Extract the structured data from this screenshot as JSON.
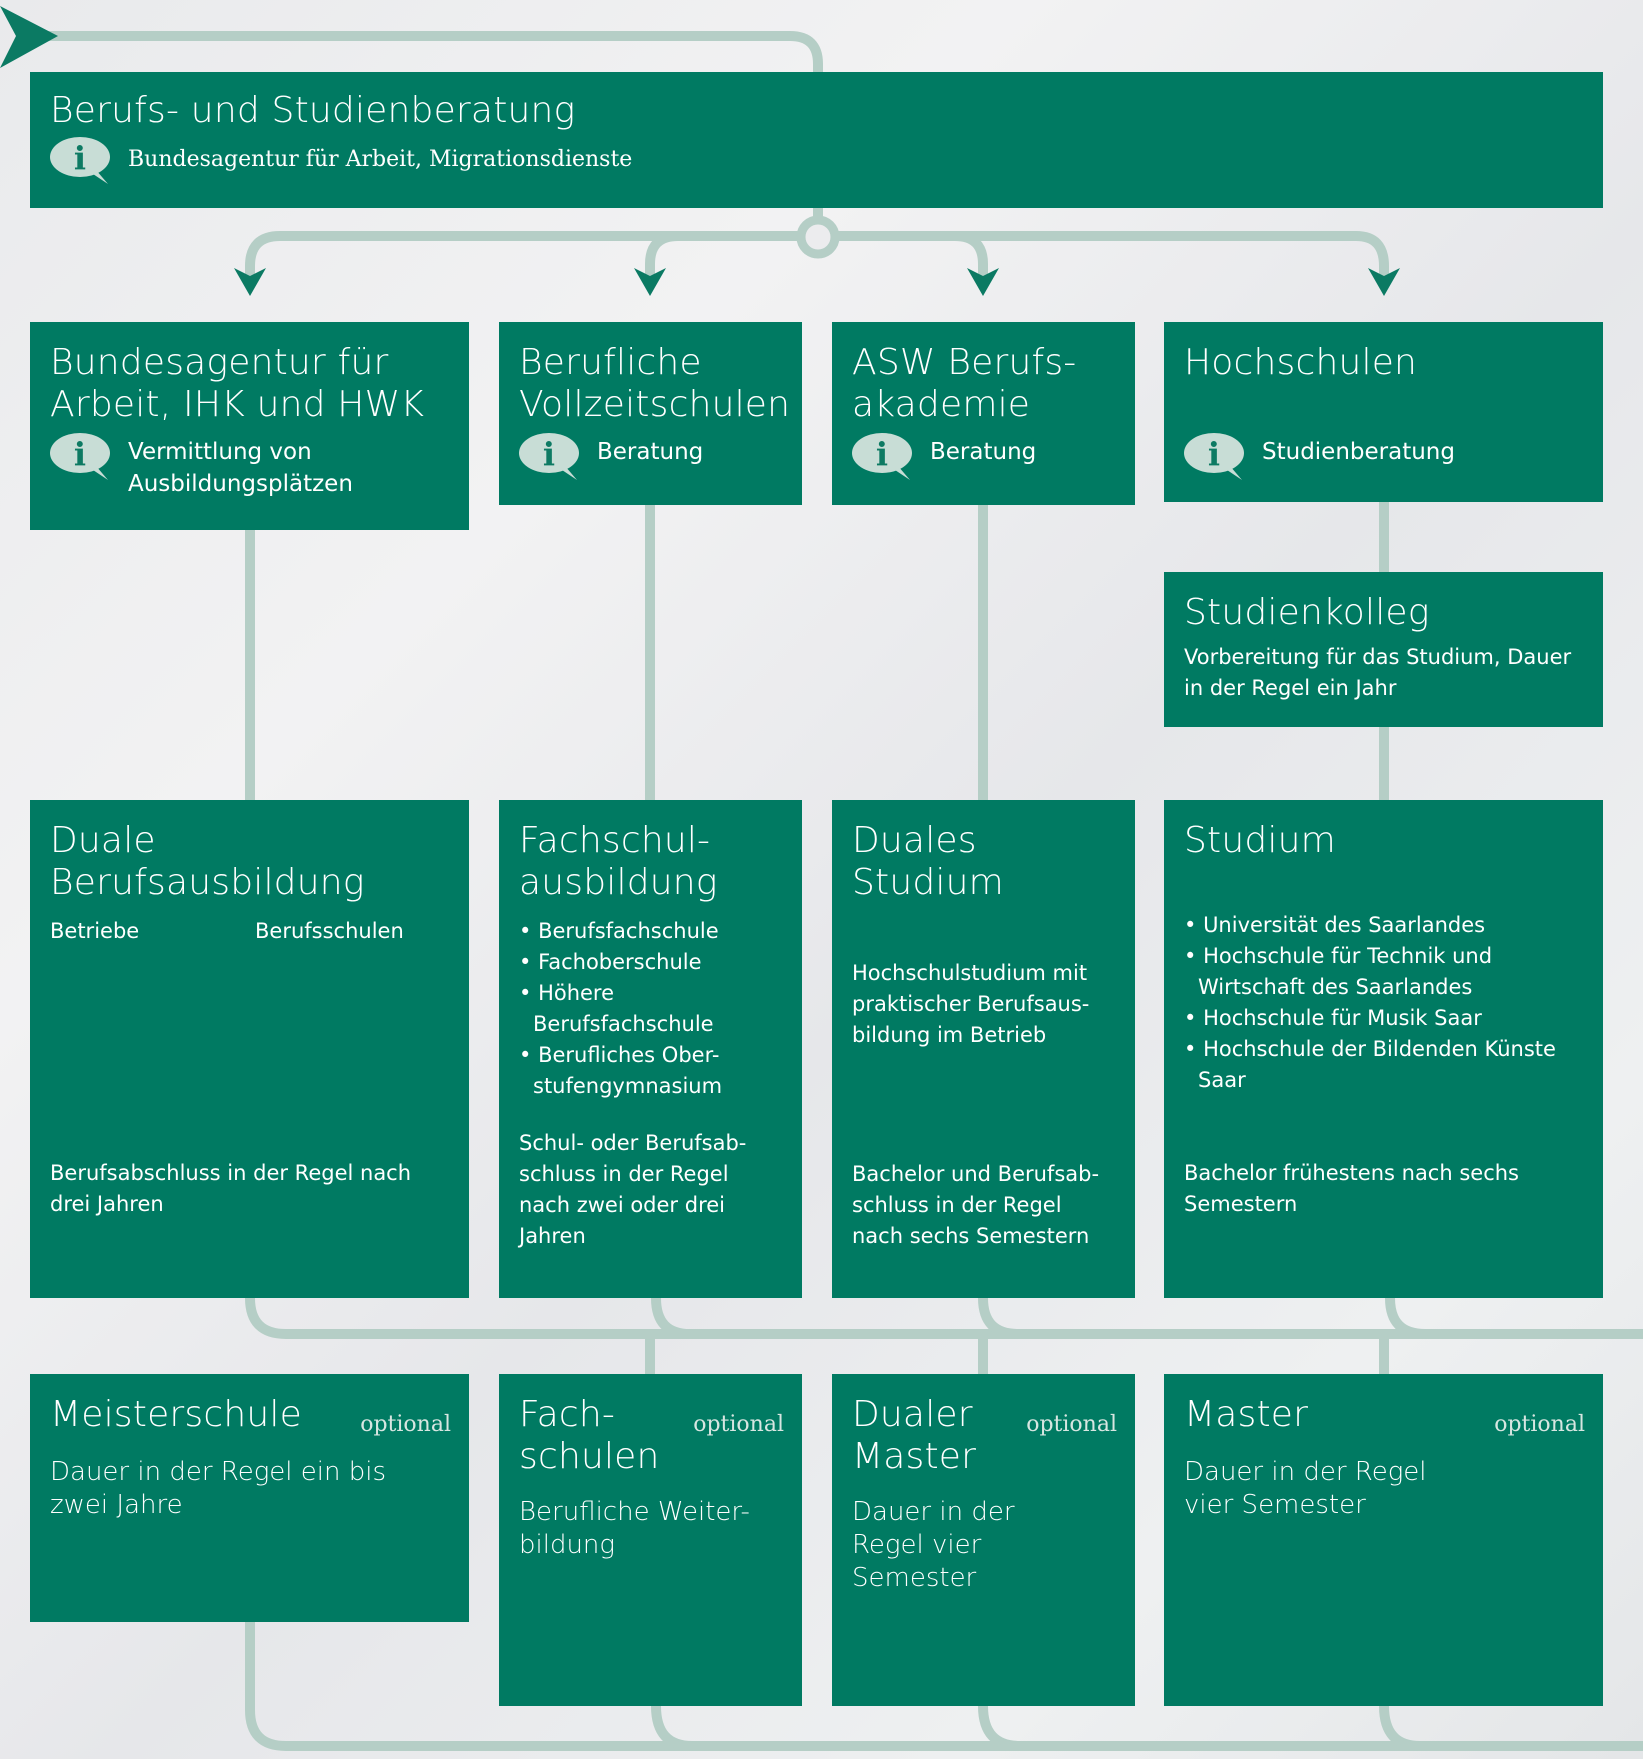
{
  "colors": {
    "box": "#007a62",
    "connector": "#b5cec6",
    "arrow": "#007a62"
  },
  "top": {
    "title": "Berufs- und Studienberatung",
    "info": "Bundesagentur für Arbeit, Migrationsdienste",
    "icon": "info-speech-icon"
  },
  "row1": [
    {
      "title": "Bundesagentur für Arbeit, IHK und HWK",
      "info": "Vermittlung von Ausbildungsplätzen",
      "icon": "info-speech-icon"
    },
    {
      "title": "Berufliche Vollzeitschulen",
      "info": "Beratung",
      "icon": "info-speech-icon"
    },
    {
      "title": "ASW Berufs-akademie",
      "info": "Beratung",
      "icon": "info-speech-icon"
    },
    {
      "title": "Hochschulen",
      "info": "Studienberatung",
      "icon": "info-speech-icon"
    }
  ],
  "studienkolleg": {
    "title": "Studienkolleg",
    "text": "Vorbereitung für das Studium, Dauer in der Regel ein Jahr"
  },
  "row2": {
    "duale": {
      "title": "Duale Berufsausbildung",
      "col_left": "Betriebe",
      "col_right": "Berufsschulen",
      "note": "Berufsabschluss in der Regel nach drei Jahren"
    },
    "fachschul": {
      "title": "Fachschul-ausbildung",
      "items": [
        "Berufsfachschule",
        "Fachoberschule",
        "Höhere Berufsfachschule",
        "Berufliches Ober-stufengymnasium"
      ],
      "note": "Schul- oder Berufsab-schluss in der Regel nach zwei oder drei Jahren"
    },
    "duales_studium": {
      "title": "Duales Studium",
      "text": "Hochschulstudium mit praktischer Berufsaus-bildung im Betrieb",
      "note": "Bachelor und Berufsab-schluss in der Regel nach sechs Semestern"
    },
    "studium": {
      "title": "Studium",
      "items": [
        "Universität des Saarlandes",
        "Hochschule für Technik und Wirtschaft des Saarlandes",
        "Hochschule für Musik Saar",
        "Hochschule der Bildenden Künste Saar"
      ],
      "note": "Bachelor frühestens nach sechs Semestern"
    }
  },
  "row3": [
    {
      "title": "Meisterschule",
      "optional": "optional",
      "text": "Dauer in der Regel ein bis zwei Jahre"
    },
    {
      "title": "Fach-schulen",
      "optional": "optional",
      "text": "Berufliche Weiter-bildung"
    },
    {
      "title": "Dualer Master",
      "optional": "optional",
      "text": "Dauer in der Regel vier Semester"
    },
    {
      "title": "Master",
      "optional": "optional",
      "text": "Dauer in der Regel vier Semester"
    }
  ]
}
